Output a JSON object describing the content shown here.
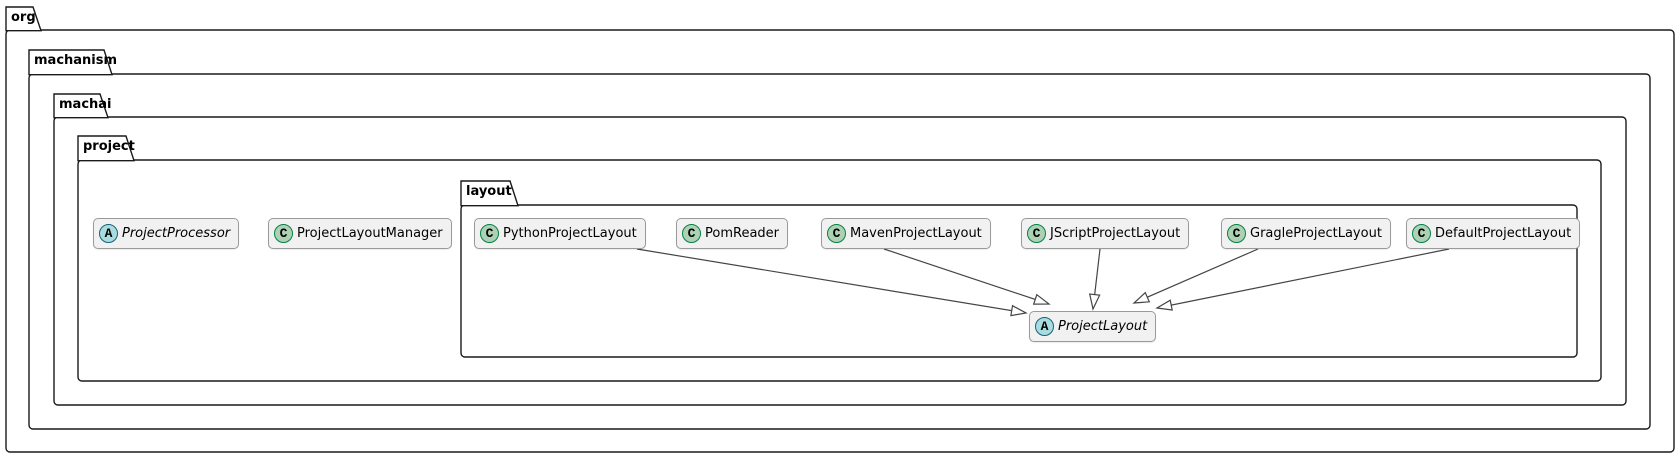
{
  "diagram_type": "uml-package-class-diagram",
  "packages": [
    {
      "label": "org"
    },
    {
      "label": "machanism"
    },
    {
      "label": "machai"
    },
    {
      "label": "project"
    },
    {
      "label": "layout"
    }
  ],
  "classes": [
    {
      "name": "ProjectProcessor",
      "letter": "A",
      "stereotype": "abstract",
      "package": "project"
    },
    {
      "name": "ProjectLayoutManager",
      "letter": "C",
      "stereotype": "class",
      "package": "project"
    },
    {
      "name": "PythonProjectLayout",
      "letter": "C",
      "stereotype": "class",
      "package": "layout"
    },
    {
      "name": "PomReader",
      "letter": "C",
      "stereotype": "class",
      "package": "layout"
    },
    {
      "name": "MavenProjectLayout",
      "letter": "C",
      "stereotype": "class",
      "package": "layout"
    },
    {
      "name": "JScriptProjectLayout",
      "letter": "C",
      "stereotype": "class",
      "package": "layout"
    },
    {
      "name": "GragleProjectLayout",
      "letter": "C",
      "stereotype": "class",
      "package": "layout"
    },
    {
      "name": "DefaultProjectLayout",
      "letter": "C",
      "stereotype": "class",
      "package": "layout"
    },
    {
      "name": "ProjectLayout",
      "letter": "A",
      "stereotype": "abstract",
      "package": "layout"
    }
  ],
  "relations": [
    {
      "from": "PythonProjectLayout",
      "to": "ProjectLayout",
      "type": "extends"
    },
    {
      "from": "MavenProjectLayout",
      "to": "ProjectLayout",
      "type": "extends"
    },
    {
      "from": "JScriptProjectLayout",
      "to": "ProjectLayout",
      "type": "extends"
    },
    {
      "from": "GragleProjectLayout",
      "to": "ProjectLayout",
      "type": "extends"
    },
    {
      "from": "DefaultProjectLayout",
      "to": "ProjectLayout",
      "type": "extends"
    }
  ],
  "colors": {
    "class_spot_bg": "#ADD1B2",
    "class_spot_border": "#038048",
    "abstract_spot_bg": "#A9DCDF",
    "abstract_spot_border": "#16607a",
    "box_bg": "#F1F1F1",
    "box_border": "#9A9A9A",
    "package_border": "#1A1A1A",
    "line": "#454545"
  }
}
